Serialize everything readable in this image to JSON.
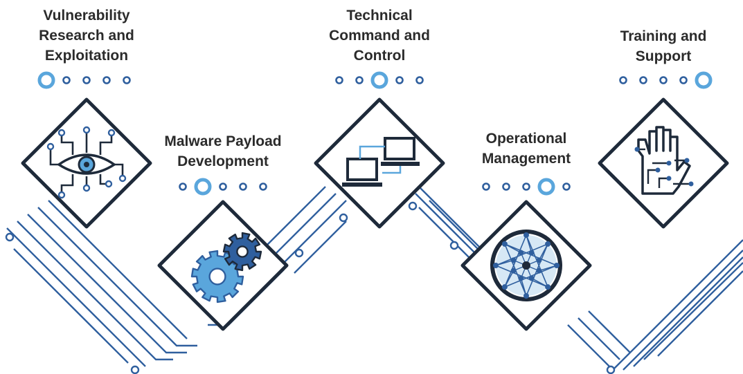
{
  "colors": {
    "line": "#2f5f9e",
    "light": "#5aa6dc",
    "dark": "#1e2a3a",
    "text": "#2b2b2b"
  },
  "stages": [
    {
      "title": "Vulnerability\nResearch and\nExploitation",
      "icon": "eye-circuit-icon",
      "active_dot": 0
    },
    {
      "title": "Malware Payload\nDevelopment",
      "icon": "gears-icon",
      "active_dot": 1
    },
    {
      "title": "Technical\nCommand and\nControl",
      "icon": "networked-computers-icon",
      "active_dot": 2
    },
    {
      "title": "Operational\nManagement",
      "icon": "network-sphere-icon",
      "active_dot": 3
    },
    {
      "title": "Training and\nSupport",
      "icon": "circuit-hand-icon",
      "active_dot": 4
    }
  ]
}
